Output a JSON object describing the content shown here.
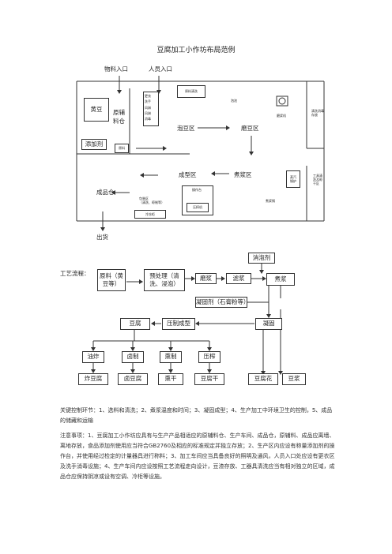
{
  "title": "豆腐加工小作坊布局范例",
  "layout": {
    "entrance_material": "物料入口",
    "entrance_staff": "人员入口",
    "raw_soy": "黄豆",
    "aux_storage": "原辅\n料仓",
    "additive": "添加剂",
    "additive_small": "原料",
    "changing_labels": [
      "更衣",
      "洗手",
      "风淋",
      "风淋",
      "消毒"
    ],
    "raw_clean": "原料清洗",
    "soak_pool": "泡池",
    "grinder": "磨浆机",
    "tool_cleaning": "清洗消毒\n存放",
    "soak_zone": "泡豆区",
    "grind_zone": "磨豆区",
    "forming_zone": "成型区",
    "cooking_zone": "煮浆区",
    "steam_boiler": "蒸汽\n锅炉",
    "tool_wash": "工具清\n洗及晾\n干区",
    "cooking_pot": "煮浆锅",
    "packing": "包装区\n（清洗、晾制等）",
    "operation_table": "操作台",
    "press": "压榨机",
    "freezer": "冷冻柜",
    "finished_warehouse": "成品仓",
    "shipping": "出货"
  },
  "flow": {
    "label": "工艺流程：",
    "coagulant_defoam": "消泡剂",
    "raw_material": "原料（黄豆等）",
    "pretreatment": "预处理（清洗、浸泡）",
    "grinding": "磨浆",
    "filtering": "滤浆",
    "boiling": "煮浆",
    "coagulant": "凝固剂（石膏粉等）",
    "tofu": "豆腐",
    "press_forming": "压制成型",
    "solidifying": "凝固",
    "fry": "油炸",
    "braise": "卤制",
    "smoke": "熏制",
    "squeeze": "压榨",
    "fried_tofu": "炸豆腐",
    "braised_tofu": "卤豆腐",
    "smoked_dry": "熏干",
    "dry_tofu": "豆腐干",
    "tofu_pudding": "豆腐花",
    "soy_milk": "豆浆"
  },
  "notes": {
    "key_points": "关键控制环节：1、选料和清洗；2、煮浆温度和时间；3、凝固成型；4、生产加工中环境卫生的控制，5、成品的储藏和运输",
    "precautions": "注意事项：1、豆腐加工小作坊应具有与生产产品相适应的原辅料仓、生产车间、成品仓，原辅料、成品应离墙、离地存放，食品添加剂使用应当符合GB2760及相应的标准规定并独立存放；2、生产区内应设有称量添加剂的操作台，并使用经过检定的计量器具进行称料；3、加工车间应当具备良好的照明及通风，人员入口处应设有更衣区及洗手消毒设施；4、生产车间内应设按照工艺流程走向设计，豆渣存放、工器具清洗应当有相对独立的区域，成品仓应保持阴凉或设有空调、冷柜等设施。"
  }
}
